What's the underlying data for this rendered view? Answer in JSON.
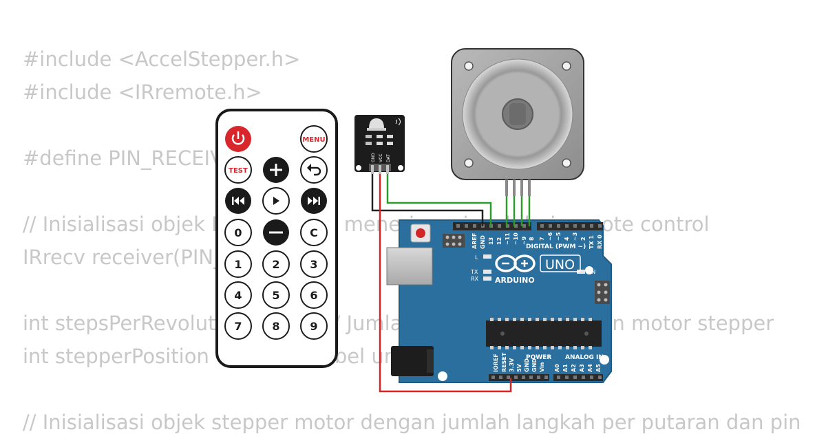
{
  "code_lines": [
    "#include <AccelStepper.h>",
    "#include <IRremote.h>",
    "#define PIN_RECEIVER 2",
    "// Inisialisasi objek IRrecv untuk menerima sinyal dari remote control",
    "IRrecv receiver(PIN_RECEIVER);",
    "int stepsPerRevolution = 200; // Jumlah langkah per putaran motor stepper",
    "int stepperPosition = 0; // Variabel untuk posisi saat ini",
    "// Inisialisasi objek stepper motor dengan jumlah langkah per putaran dan pin"
  ],
  "remote": {
    "buttons": {
      "menu": "MENU",
      "test": "TEST",
      "clear": "C",
      "n0": "0",
      "n1": "1",
      "n2": "2",
      "n3": "3",
      "n4": "4",
      "n5": "5",
      "n6": "6",
      "n7": "7",
      "n8": "8",
      "n9": "9"
    },
    "icons": [
      "power-icon",
      "plus-icon",
      "back-icon",
      "rewind-icon",
      "play-icon",
      "fast-forward-icon",
      "minus-icon"
    ]
  },
  "ir_receiver": {
    "pins": [
      "GND",
      "VCC",
      "DAT"
    ]
  },
  "arduino": {
    "brand": "ARDUINO",
    "model": "UNO",
    "digital_label": "DIGITAL (PWM ~)",
    "power_label": "POWER",
    "analog_label": "ANALOG IN",
    "led_labels": {
      "l": "L",
      "tx": "TX",
      "rx": "RX",
      "on": "ON"
    },
    "digital_pins": [
      "AREF",
      "GND",
      "13",
      "12",
      "~11",
      "~10",
      "~9",
      "8",
      "7",
      "~6",
      "~5",
      "4",
      "~3",
      "2",
      "TX 1",
      "RX 0"
    ],
    "power_pins": [
      "IOREF",
      "RESET",
      "3.3V",
      "5V",
      "GND",
      "GND",
      "Vin"
    ],
    "analog_pins": [
      "A0",
      "A1",
      "A2",
      "A3",
      "A4",
      "A5"
    ]
  },
  "wire_colors": {
    "red": "#d62323",
    "black": "#222222",
    "green": "#2e9a2e"
  },
  "colors": {
    "board": "#2a6f9e",
    "code_text": "#c8c8c8",
    "remote_red": "#d8262d"
  }
}
